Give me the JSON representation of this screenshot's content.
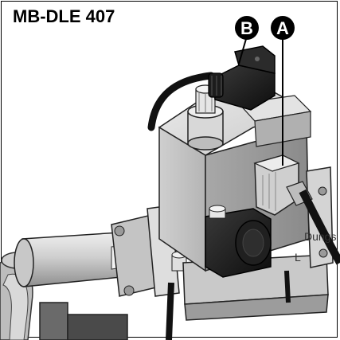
{
  "title": "MB-DLE 407",
  "callouts": {
    "a": "A",
    "b": "B"
  },
  "brand_mark": "Dungs",
  "terminal_label": "L",
  "colors": {
    "background": "#ffffff",
    "callout_fill": "#000000",
    "body_light": "#d9d9d9",
    "body_mid": "#b3b3b3",
    "body_dark": "#7a7a7a",
    "black_part": "#151515"
  }
}
